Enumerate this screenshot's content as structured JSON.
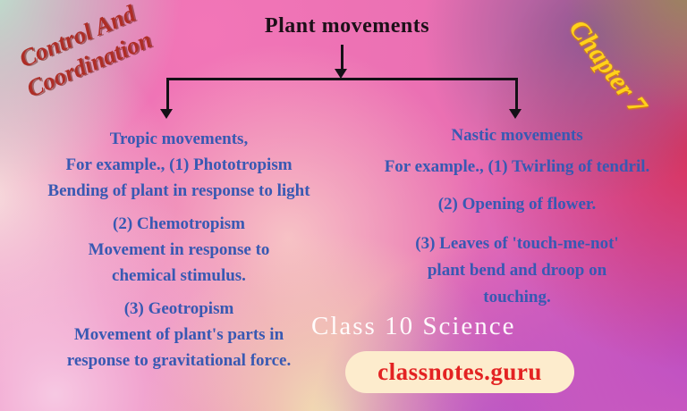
{
  "title": "Plant movements",
  "ribbon": {
    "line1": "Control And",
    "line2": "Coordination"
  },
  "chapter_label": "Chapter 7",
  "watermark": "Class 10 Science",
  "badge": "classnotes.guru",
  "left_branch": {
    "lines": [
      "Tropic movements,",
      "For example., (1) Phototropism",
      "Bending of plant in response to light",
      "(2) Chemotropism",
      "Movement in response to",
      "chemical stimulus.",
      "(3) Geotropism",
      "Movement of plant's parts in",
      "response to gravitational force."
    ]
  },
  "right_branch": {
    "lines": [
      "Nastic movements",
      "For example., (1) Twirling of tendril.",
      "(2) Opening of flower.",
      "(3) Leaves of 'touch-me-not'",
      "plant bend and droop on",
      "touching."
    ]
  },
  "colors": {
    "branch_text": "#3859b2",
    "title_text": "#1c1018",
    "ribbon_red": "#ae2d26",
    "chapter_yellow": "#ffd21a",
    "badge_bg": "#fdeccd",
    "badge_text": "#e32222",
    "watermark": "#ffffff",
    "arrow": "#141016"
  }
}
